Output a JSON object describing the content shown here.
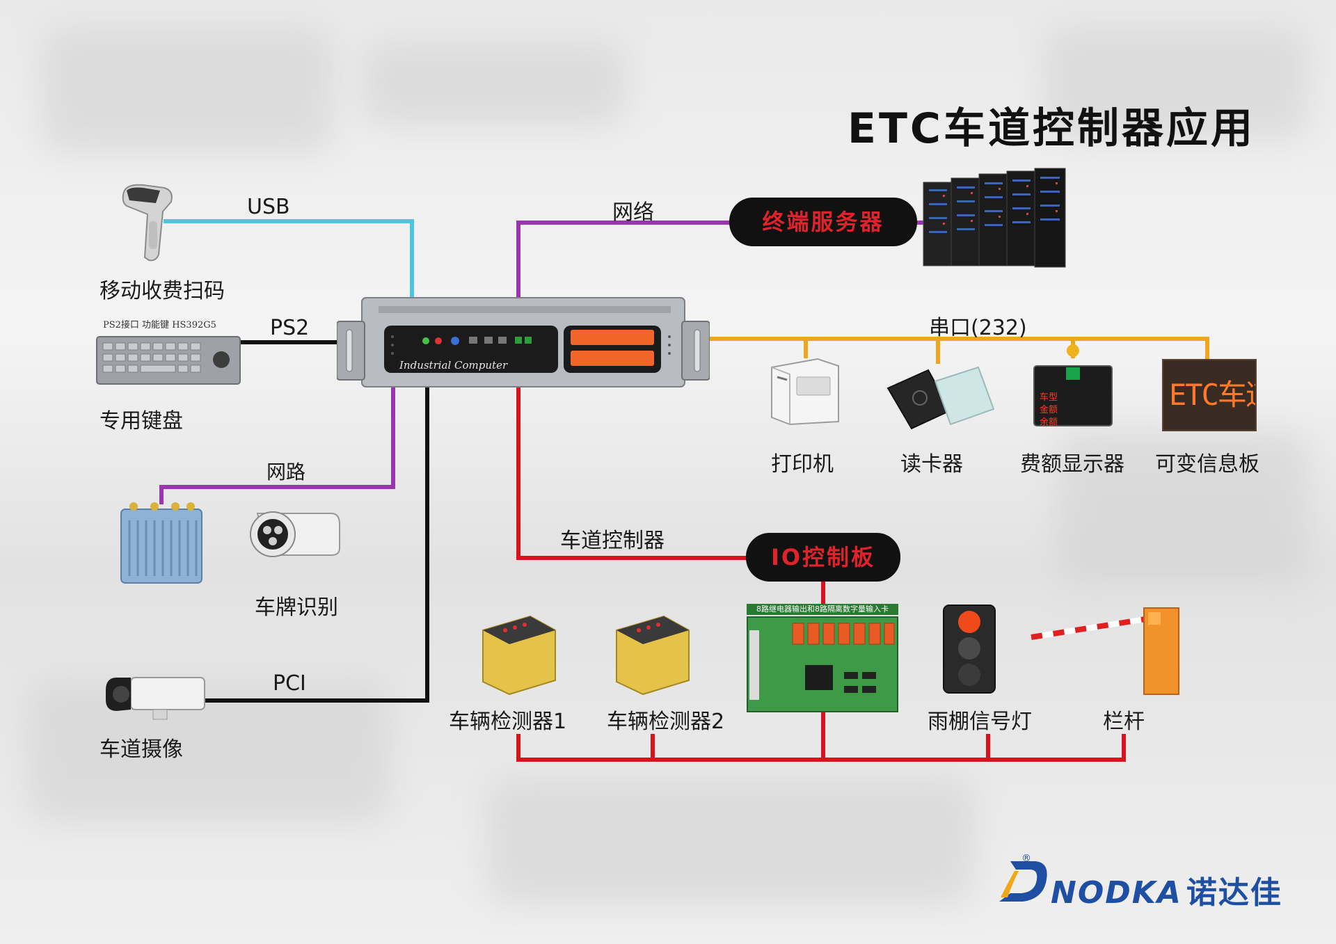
{
  "title": "ETC车道控制器应用",
  "hub": {
    "server_tag": "终端服务器",
    "io_tag": "IO控制板",
    "chassis_text": "Industrial Computer",
    "board_header": "8路继电器输出和8路隔离数字量输入卡"
  },
  "connections": {
    "usb": "USB",
    "ps2": "PS2",
    "network_top": "网络",
    "serial": "串口(232)",
    "network_left": "网路",
    "pci": "PCI",
    "lane_controller": "车道控制器"
  },
  "devices": {
    "scanner": "移动收费扫码",
    "keyboard": "专用键盘",
    "keyboard_caption": "PS2接口  功能键  HS392G5",
    "plate_recognition": "车牌识别",
    "lane_camera": "车道摄像",
    "printer": "打印机",
    "card_reader": "读卡器",
    "fee_display": "费额显示器",
    "variable_board": "可变信息板",
    "variable_board_text": "ETC车道",
    "fee_display_lines": [
      "车型",
      "金额",
      "余额"
    ],
    "detector1": "车辆检测器1",
    "detector2": "车辆检测器2",
    "canopy_light": "雨棚信号灯",
    "barrier": "栏杆"
  },
  "brand": {
    "name_latin": "NODKA",
    "name_cn": "诺达佳",
    "registered": "®"
  },
  "colors": {
    "usb": "#4cc6dd",
    "network": "#9a35b0",
    "serial": "#f0a51f",
    "black": "#111111",
    "red": "#d8131b",
    "brand_blue": "#1e4fa3",
    "brand_gold": "#f0a818"
  }
}
